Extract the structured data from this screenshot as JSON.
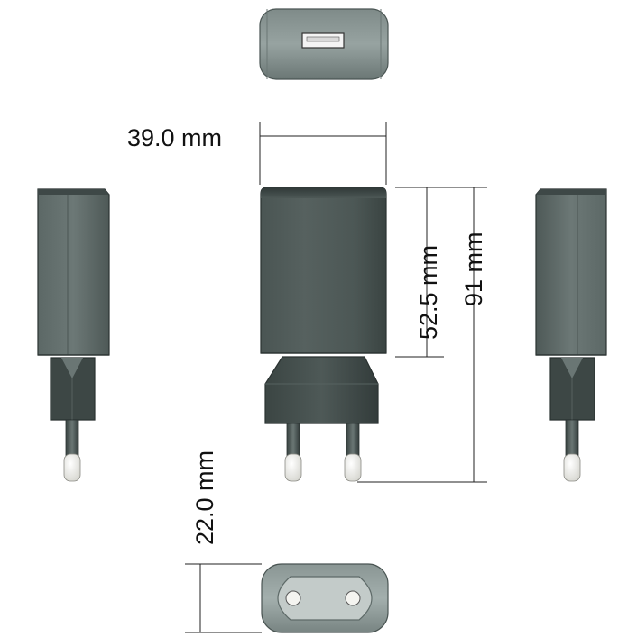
{
  "dimensions": {
    "width": "39.0 mm",
    "body_height": "52.5 mm",
    "total_height": "91 mm",
    "depth": "22.0 mm"
  },
  "colors": {
    "body_dark": "#3a4442",
    "body_mid": "#5e6a68",
    "body_light": "#8e9a98",
    "pin_tip": "#f0f0ec",
    "usb_port": "#f4f4f4"
  }
}
